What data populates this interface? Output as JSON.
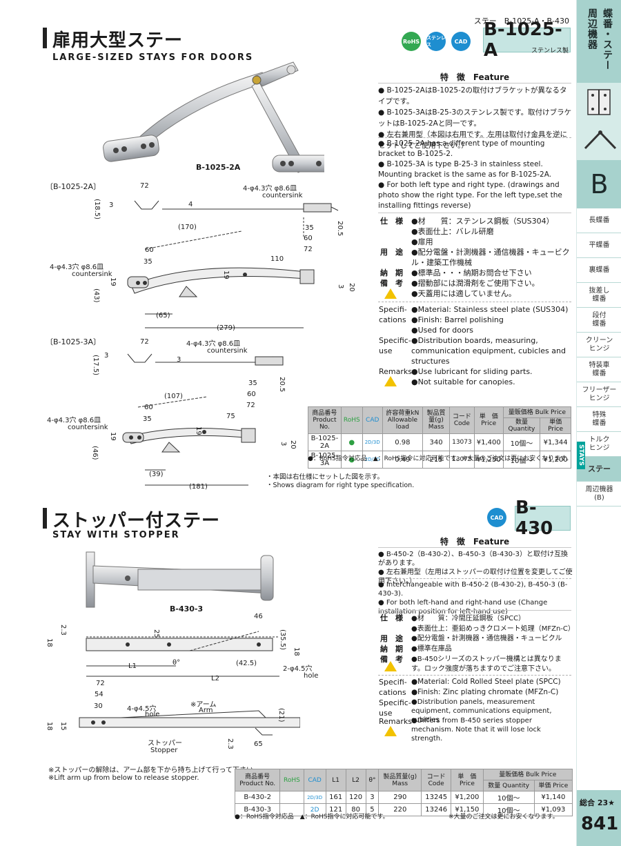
{
  "series_header": "ステー　B-1025-A・B-430",
  "rail": {
    "top_col1": "蝶番・ステー",
    "top_col2": "周辺機器",
    "letter": "B",
    "items": [
      "長蝶番",
      "平蝶番",
      "裏蝶番",
      "抜差し\n蝶番",
      "段付\n蝶番",
      "クリーン\nヒンジ",
      "特装車\n蝶番",
      "フリーザー\nヒンジ",
      "特殊\n蝶番",
      "トルク\nヒンジ",
      "ステー",
      "周辺機器\n(B)"
    ],
    "stays_tab": "STAYS",
    "total": "総合 23★",
    "page": "841"
  },
  "section1": {
    "title_jp": "扉用大型ステー",
    "title_en": "LARGE-SIZED STAYS FOR DOORS",
    "model": "B-1025-A",
    "model_sub": "ステンレス製",
    "badges": [
      "RoHS",
      "ステンレス",
      "CAD"
    ],
    "photo_label": "B-1025-2A",
    "feature_head": "特　徴　Feature",
    "features_jp": [
      "B-1025-2AはB-1025-2の取付けブラケットが異なるタイプです。",
      "B-1025-3AはB-25-3のステンレス製です。取付けブラケットはB-1025-2Aと同一です。",
      "左右兼用型（本図は右用です。左用は取付け金具を逆にセットしてご使用下さい。）"
    ],
    "features_en": [
      "B-1025-2A has a different type of mounting bracket to B-1025-2.",
      "B-1025-3A is type B-25-3 in stainless steel. Mounting bracket is the same as for B-1025-2A.",
      "For both left type and right type. (drawings and photo show the right type. For the left type,set the installing fittings reverse)"
    ],
    "spec_jp": [
      {
        "label": "仕　様",
        "lines": [
          "●材　　質：ステンレス鋼板（SUS304）",
          "●表面仕上：バレル研磨",
          "●扉用"
        ]
      },
      {
        "label": "用　途",
        "lines": [
          "●配分電盤・計測機器・通信機器・キュービクル・建築工作機械"
        ]
      },
      {
        "label": "納　期",
        "lines": [
          "●標準品・・・納期お問合せ下さい"
        ]
      },
      {
        "label": "備　考",
        "lines": [
          "●摺動部には潤滑剤をご使用下さい。",
          "●天蓋用には適していません。"
        ]
      }
    ],
    "spec_en": [
      {
        "label": "Specifi-\ncations",
        "lines": [
          "●Material: Stainless steel plate (SUS304)",
          "●Finish: Barrel polishing",
          "●Used for doors"
        ]
      },
      {
        "label": "Specific-\nuse",
        "lines": [
          "●Distribution boards, measuring, communication equipment, cubicles and structures"
        ]
      },
      {
        "label": "Remarks",
        "lines": [
          "●Use lubricant for sliding parts.",
          "●Not suitable for canopies."
        ]
      }
    ],
    "drawing_a": {
      "label": "〔B-1025-2A〕",
      "dims": [
        "72",
        "(18.5)",
        "3",
        "4",
        "4-φ4.3穴 φ8.6皿",
        "countersink",
        "35",
        "60",
        "20.5",
        "72",
        "(170)",
        "60",
        "35",
        "110",
        "19",
        "4-φ4.3穴 φ8.6皿",
        "countersink",
        "19",
        "(43)",
        "3",
        "20",
        "(65)",
        "(279)"
      ]
    },
    "drawing_b": {
      "label": "〔B-1025-3A〕",
      "dims": [
        "72",
        "(17.5)",
        "3",
        "3",
        "4-φ4.3穴 φ8.6皿",
        "countersink",
        "35",
        "60",
        "20.5",
        "72",
        "(107)",
        "60",
        "35",
        "75",
        "19",
        "4-φ4.3穴 φ8.6皿",
        "countersink",
        "19",
        "(46)",
        "3",
        "20",
        "(39)",
        "(181)"
      ]
    },
    "notes_diag": [
      "・本図は右仕様にセットした図を示す。",
      "・Shows diagram for right type specification."
    ],
    "table": {
      "headers": [
        "商品番号\nProduct No.",
        "RoHS",
        "CAD",
        "許容荷重kN\nAllowable load",
        "製品質量(g)\nMass",
        "コード\nCode",
        "単　価\nPrice",
        "数量 Quantity",
        "単価 Price"
      ],
      "bulk_head": "量販価格 Bulk Price",
      "rows": [
        [
          "B-1025-2A",
          "●",
          "2D/3D",
          "0.98",
          "340",
          "13073",
          "¥1,400",
          "10個～",
          "¥1,344"
        ],
        [
          "B-1025-3A",
          "●",
          "2D/3D",
          "0.49",
          "215",
          "13075",
          "¥1,250",
          "10個～",
          "¥1,200"
        ]
      ],
      "note": "●：RoHS指令対応品　▲：RoHS指令に対応可能です。※大量のご注文は更にお安くなります。"
    }
  },
  "section2": {
    "title_jp": "ストッパー付ステー",
    "title_en": "STAY WITH STOPPER",
    "model": "B-430",
    "badges": [
      "CAD"
    ],
    "photo_label": "B-430-3",
    "feature_head": "特　徴　Feature",
    "features_jp": [
      "B-450-2（B-430-2）、B-450-3（B-430-3）と取付け互換があります。",
      "左右兼用型（左用はストッパーの取付け位置を変更してご使用下さい。）"
    ],
    "features_en": [
      "Interchangeable with B-450-2 (B-430-2), B-450-3 (B-430-3).",
      "For both left-hand and right-hand use (Change installation position for left-hand use)"
    ],
    "spec_jp": [
      {
        "label": "仕　様",
        "lines": [
          "●材　　質：冷間圧延鋼板（SPCC）",
          "●表面仕上：亜鉛めっきクロメート処理（MFZn-C）"
        ]
      },
      {
        "label": "用　途",
        "lines": [
          "●配分電盤・計測機器・通信機器・キュービクル"
        ]
      },
      {
        "label": "納　期",
        "lines": [
          "●標準在庫品"
        ]
      },
      {
        "label": "備　考",
        "lines": [
          "●B-450シリーズのストッパー機構とは異なります。ロック強度が落ちますのでご注意下さい。"
        ]
      }
    ],
    "spec_en": [
      {
        "label": "Specifi-\ncations",
        "lines": [
          "●Material: Cold Rolled Steel plate (SPCC)",
          "●Finish: Zinc plating chromate (MFZn-C)"
        ]
      },
      {
        "label": "Specific-\nuse",
        "lines": [
          "●Distribution panels, measurement equipment, communications equipment, cubicles"
        ]
      },
      {
        "label": "Remarks",
        "lines": [
          "●Differs from B-450 series stopper mechanism. Note that it will lose lock strength."
        ]
      }
    ],
    "drawing_dims": [
      "2.3",
      "18",
      "25",
      "46",
      "(35.5)",
      "L1",
      "θ°",
      "(42.5)",
      "2-φ4.5穴",
      "hole",
      "L2",
      "18",
      "72",
      "54",
      "30",
      "4-φ4.5穴",
      "hole",
      "※アーム",
      "Arm",
      "(21)",
      "18",
      "15",
      "ストッパー",
      "Stopper",
      "2.3",
      "65"
    ],
    "notes": [
      "※ストッパーの解除は、アーム部を下から持ち上げて行って下さい。",
      "※Lift arm up from below to release stopper."
    ],
    "table": {
      "headers": [
        "商品番号\nProduct No.",
        "RoHS",
        "CAD",
        "L1",
        "L2",
        "θ°",
        "製品質量(g)\nMass",
        "コード\nCode",
        "単　価\nPrice",
        "数量 Quantity",
        "単価 Price"
      ],
      "bulk_head": "量販価格 Bulk Price",
      "rows": [
        [
          "B-430-2",
          "",
          "2D/3D",
          "161",
          "120",
          "3",
          "290",
          "13245",
          "¥1,200",
          "10個～",
          "¥1,140"
        ],
        [
          "B-430-3",
          "",
          "2D",
          "121",
          "80",
          "5",
          "220",
          "13246",
          "¥1,150",
          "10個～",
          "¥1,093"
        ]
      ],
      "note_left": "●：RoHS指令対応品　▲：RoHS指令に対応可能です。",
      "note_right": "※大量のご注文は更にお安くなります。"
    }
  }
}
